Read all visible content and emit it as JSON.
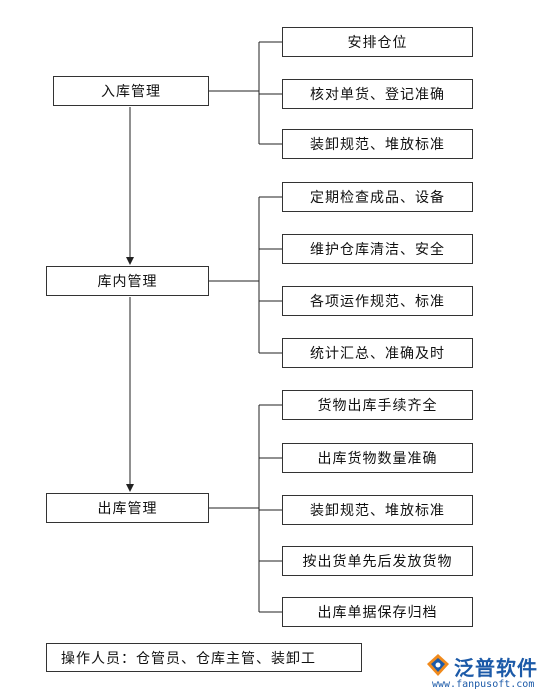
{
  "stages": [
    {
      "label": "入库管理",
      "tasks": [
        "安排仓位",
        "核对单货、登记准确",
        "装卸规范、堆放标准"
      ]
    },
    {
      "label": "库内管理",
      "tasks": [
        "定期检查成品、设备",
        "维护仓库清洁、安全",
        "各项运作规范、标准",
        "统计汇总、准确及时"
      ]
    },
    {
      "label": "出库管理",
      "tasks": [
        "货物出库手续齐全",
        "出库货物数量准确",
        "装卸规范、堆放标准",
        "按出货单先后发放货物",
        "出库单据保存归档"
      ]
    }
  ],
  "operators": "操作人员：仓管员、仓库主管、装卸工",
  "logo": {
    "name": "泛普软件",
    "url": "www.fanpusoft.com",
    "color": "#1c5aa8"
  }
}
